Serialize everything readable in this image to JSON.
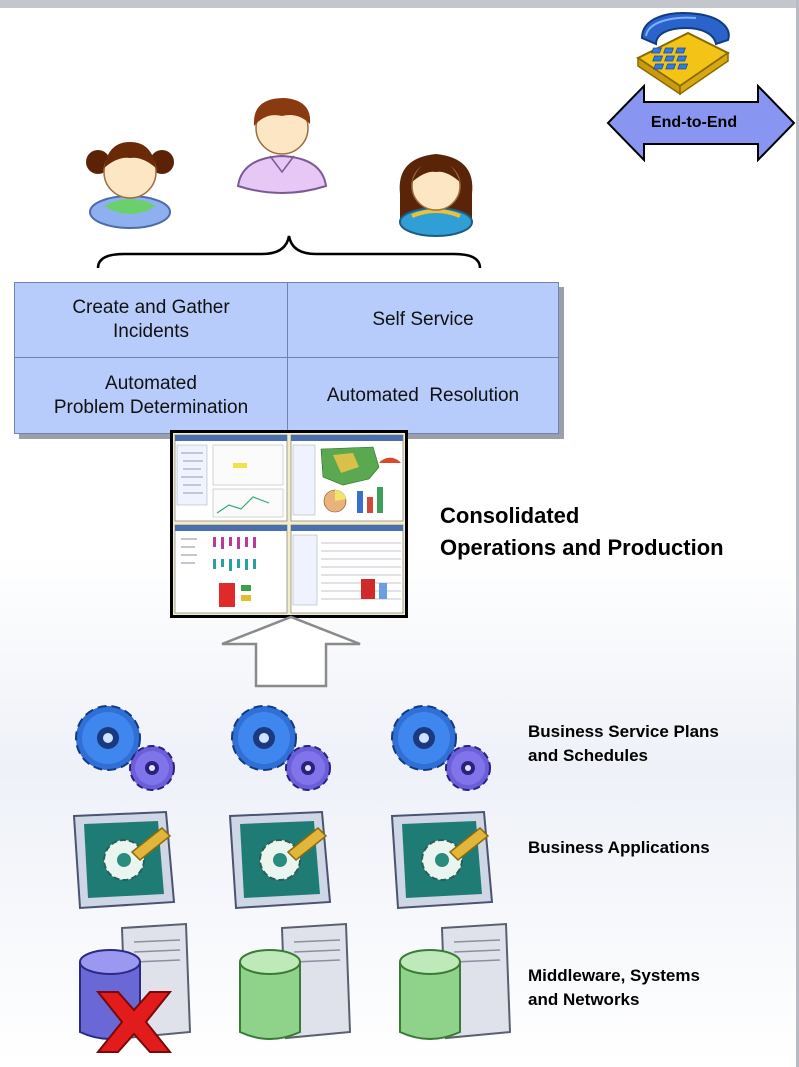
{
  "end_to_end": {
    "label": "End-to-End"
  },
  "capabilities": {
    "create_gather": "Create and Gather\nIncidents",
    "self_service": "Self Service",
    "problem_determination": "Automated\nProblem Determination",
    "resolution": "Automated  Resolution"
  },
  "consolidated": {
    "title": "Consolidated\nOperations and Production"
  },
  "layers": {
    "service_plans": "Business Service Plans\nand Schedules",
    "applications": "Business Applications",
    "middleware": "Middleware, Systems\nand Networks"
  },
  "colors": {
    "table_fill": "#b7ccfb",
    "arrow_fill": "#8896f2",
    "gear_blue": "#2f6fd6",
    "server_green": "#8fd28a",
    "error_red": "#e21b1b"
  }
}
